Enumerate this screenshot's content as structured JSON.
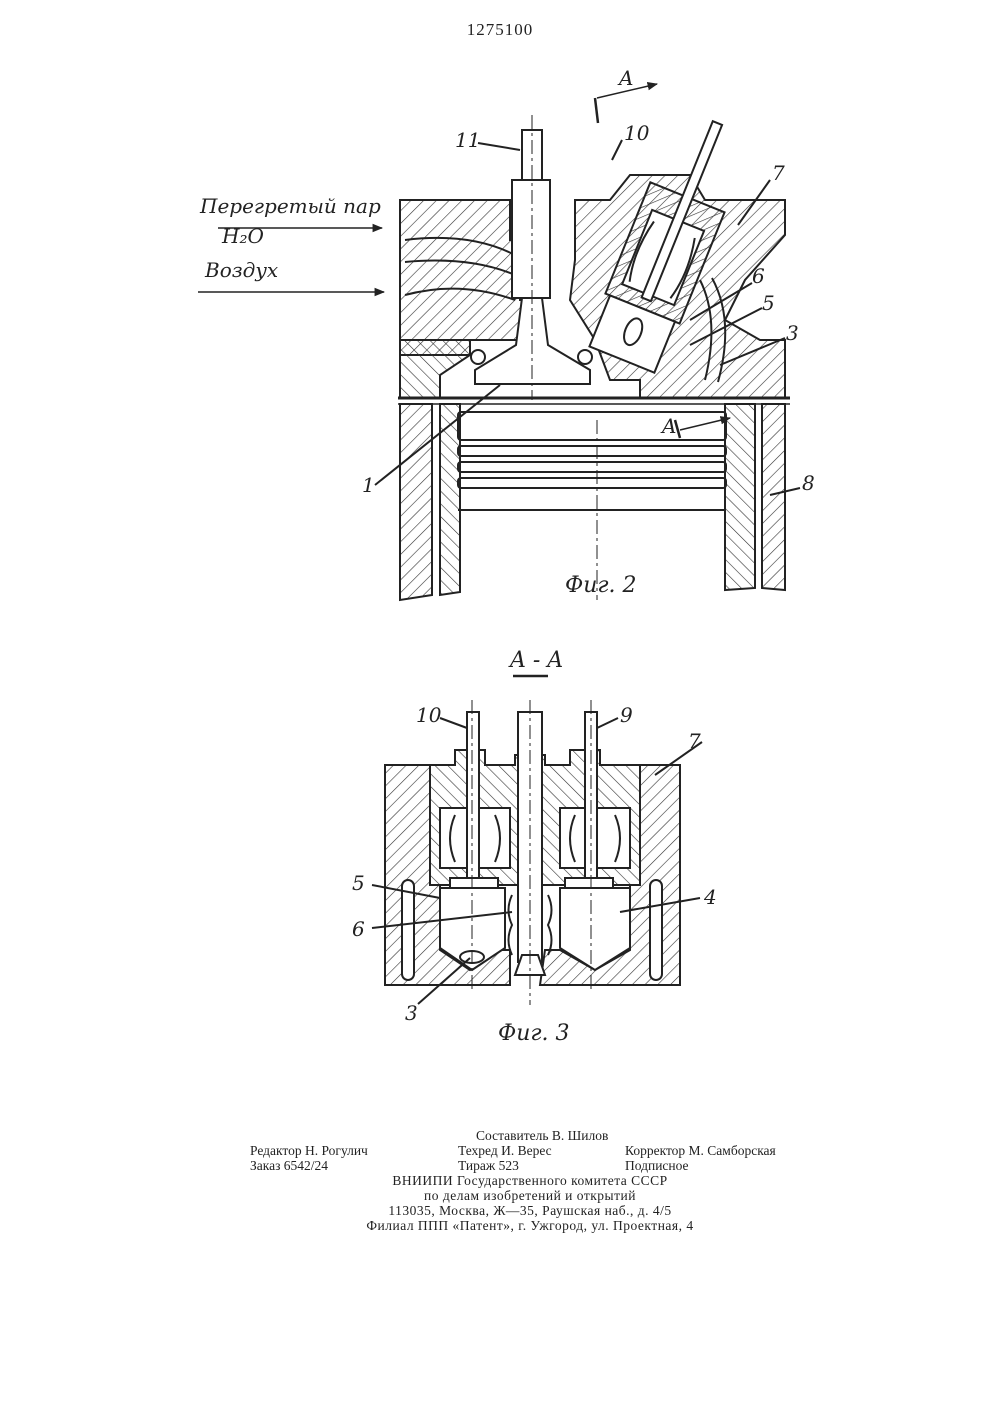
{
  "header": {
    "patent_number": "1275100"
  },
  "figure2": {
    "caption": "Фиг. 2",
    "section_mark": "A",
    "inlet_labels": {
      "steam": "Перегретый пар",
      "water": "H₂O",
      "air": "Воздух"
    },
    "callouts": [
      "1",
      "3",
      "5",
      "6",
      "7",
      "8",
      "10",
      "11"
    ]
  },
  "figure3": {
    "section_title": "A - A",
    "caption": "Фиг. 3",
    "callouts": [
      "3",
      "4",
      "5",
      "6",
      "7",
      "9",
      "10"
    ]
  },
  "colophon": {
    "compiler": "Составитель В. Шилов",
    "editor": "Редактор Н. Рогулич",
    "techred": "Техред И. Верес",
    "corrector": "Корректор М. Самборская",
    "order": "Заказ 6542/24",
    "print_run": "Тираж 523",
    "subscription": "Подписное",
    "org_line1": "ВНИИПИ Государственного комитета СССР",
    "org_line2": "по делам изобретений и открытий",
    "address": "113035, Москва, Ж—35, Раушская наб., д. 4/5",
    "branch": "Филиал ППП «Патент», г. Ужгород, ул. Проектная, 4"
  }
}
